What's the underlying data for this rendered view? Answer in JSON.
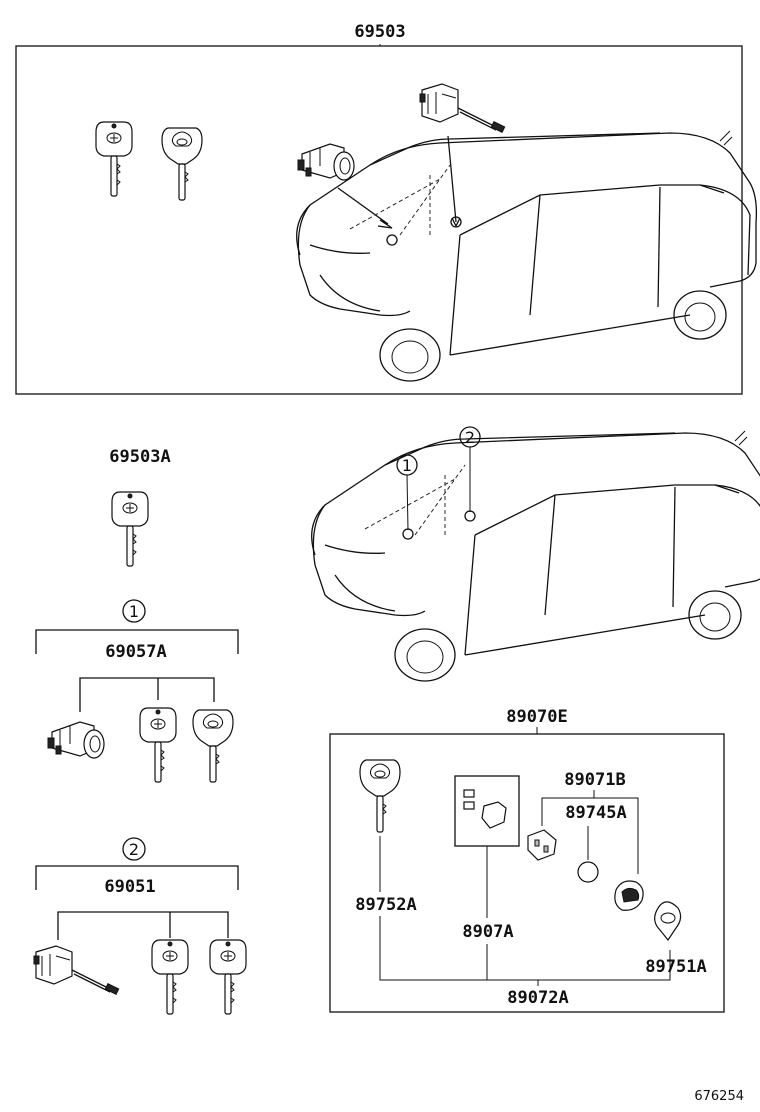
{
  "labels": {
    "assembly_main": "69503",
    "key_blank": "69503A",
    "circle_one": "1",
    "circle_two": "2",
    "set_one": "69057A",
    "set_two": "69051",
    "transmitter_assy": "89070E",
    "case_sub": "89071B",
    "battery": "89745A",
    "key_plate": "89752A",
    "board": "8907A",
    "emblem": "89751A",
    "housing": "89072A",
    "ref_number": "676254"
  },
  "icons": {
    "key": "key-icon",
    "smart_key": "smart-key-icon",
    "lock_cylinder": "lock-cylinder-icon",
    "door_lock": "door-lock-cylinder-icon",
    "vehicle": "car-icon",
    "battery": "coin-battery-icon"
  }
}
